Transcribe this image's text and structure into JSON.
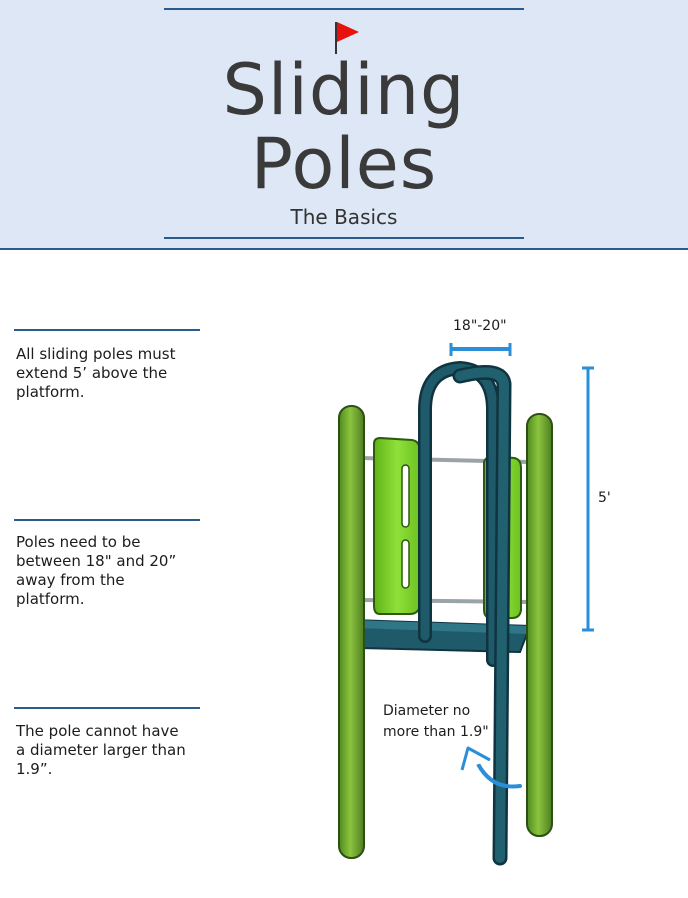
{
  "header": {
    "title_line1": "Sliding",
    "title_line2": "Poles",
    "subtitle": "The Basics"
  },
  "tips": [
    {
      "text": "All sliding poles must extend 5’ above the platform."
    },
    {
      "text": "Poles need to be between 18\" and 20” away from the platform."
    },
    {
      "text": "The pole cannot have a diameter larger than 1.9”."
    }
  ],
  "diagram": {
    "width_label": "18\"-20\"",
    "height_label": "5'",
    "diameter_label_line1": "Diameter no",
    "diameter_label_line2": "more than 1.9\""
  },
  "colors": {
    "header_bg": "#dde7f5",
    "rule": "#2a5a8e",
    "pole_teal": "#1f5a6a",
    "post_green": "#6fa832",
    "panel_green": "#7ed321",
    "dimension_blue": "#2b8ed8",
    "flag_red": "#e8120c"
  }
}
